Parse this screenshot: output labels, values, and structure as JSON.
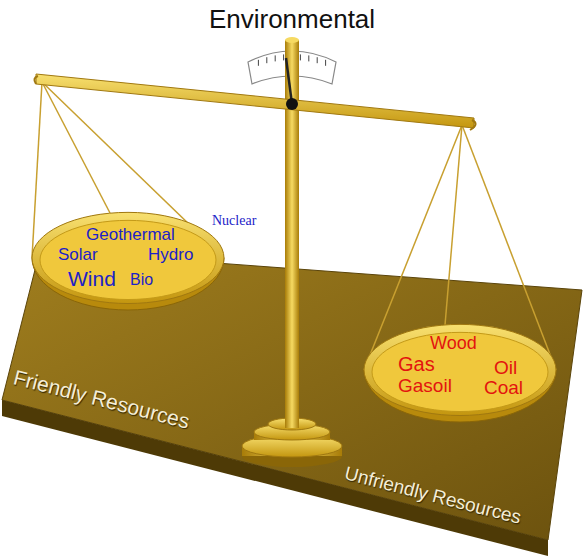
{
  "diagram": {
    "title": "Environmental",
    "nodes": [
      {
        "text": [
          "Geothermal",
          "Solar",
          "Hydro",
          "Wind",
          "Bio"
        ]
      },
      {
        "text": [
          "Wood",
          "Gas",
          "Oil",
          "Gasoil",
          "Coal"
        ]
      }
    ],
    "labels": [
      "Nuclear",
      "Friendly Resources",
      "Unfriendly Resources"
    ]
  }
}
